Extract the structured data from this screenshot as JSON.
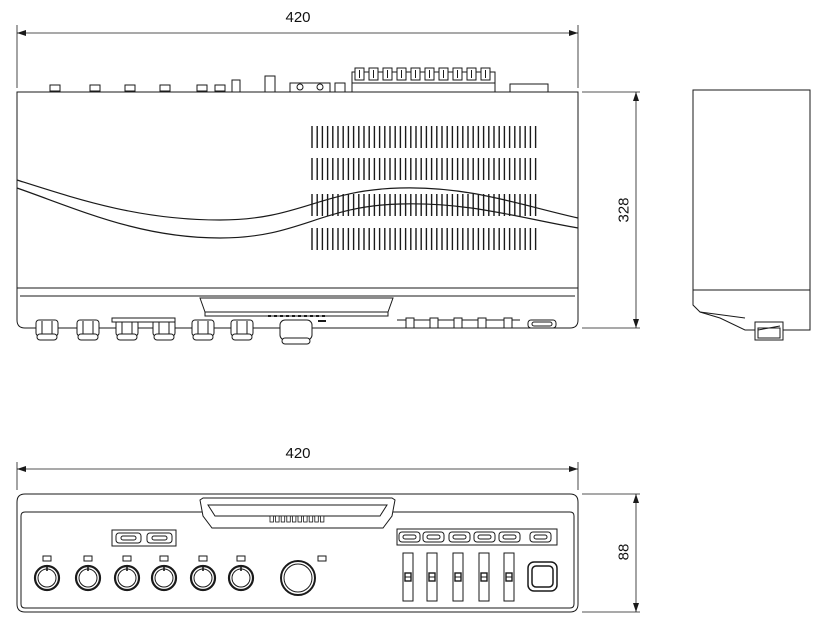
{
  "dimensions": {
    "top_width": "420",
    "top_depth": "328",
    "front_width": "420",
    "front_height": "88"
  },
  "colors": {
    "line": "#1a1a1a",
    "fill": "#ffffff",
    "dark": "#222222"
  }
}
